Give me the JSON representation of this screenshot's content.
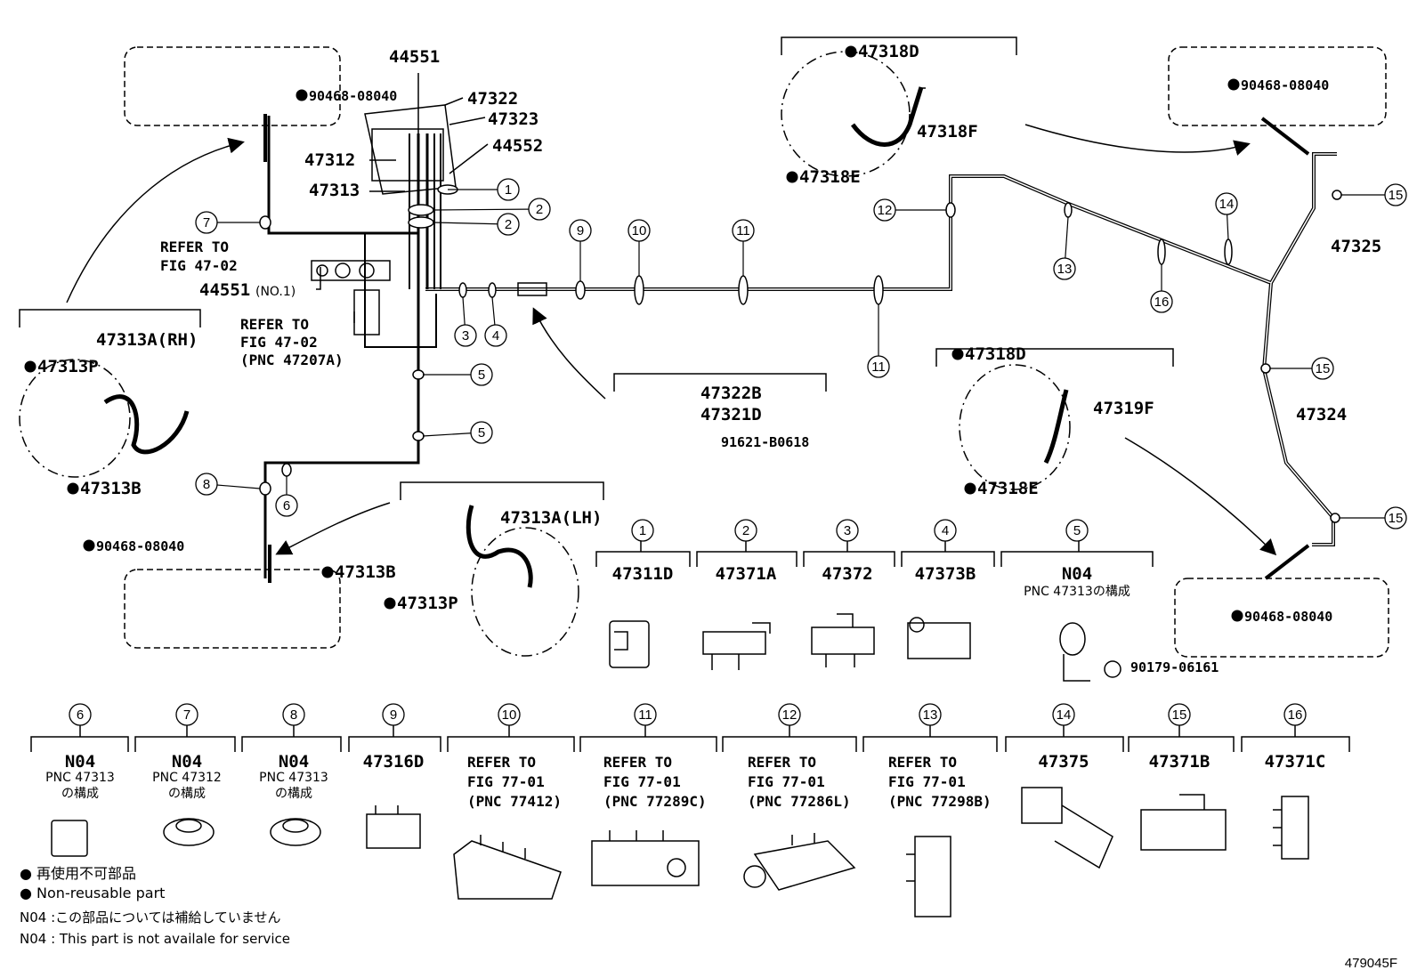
{
  "figure_code": "479045F",
  "legend": {
    "non_reusable_jp": "再使用不可部品",
    "non_reusable_en": "Non-reusable part",
    "n04_jp": "N04 :この部品については補給していません",
    "n04_en": "N04 : This part is not availale for service"
  },
  "parts": {
    "p44551": "44551",
    "p44551_no1": "44551",
    "p44551_no1_suffix": "(NO.1)",
    "p47322": "47322",
    "p47323": "47323",
    "p44552": "44552",
    "p47312": "47312",
    "p47313": "47313",
    "p90468_tl": "90468-08040",
    "p90468_bl": "90468-08040",
    "p90468_tr": "90468-08040",
    "p90468_br": "90468-08040",
    "p47318D_top": "47318D",
    "p47318F": "47318F",
    "p47318E_top": "47318E",
    "p47318D_mid": "47318D",
    "p47319F": "47319F",
    "p47318E_mid": "47318E",
    "p47325": "47325",
    "p47324": "47324",
    "p47313A_rh": "47313A(RH)",
    "p47313P_rh": "47313P",
    "p47313B_rh": "47313B",
    "p47313A_lh": "47313A(LH)",
    "p47313B_lh": "47313B",
    "p47313P_lh": "47313P",
    "p47322B": "47322B",
    "p47321D": "47321D",
    "p91621": "91621-B0618",
    "p90179": "90179-06161",
    "refer1": "REFER TO",
    "refer1b": "FIG 47-02",
    "refer2": "REFER TO",
    "refer2b": "FIG 47-02",
    "refer2c": "(PNC 47207A)"
  },
  "clips_row1": [
    {
      "num": "1",
      "label": "47311D"
    },
    {
      "num": "2",
      "label": "47371A"
    },
    {
      "num": "3",
      "label": "47372"
    },
    {
      "num": "4",
      "label": "47373B"
    },
    {
      "num": "5",
      "label": "N04",
      "sub": "PNC 47313の構成"
    }
  ],
  "clips_row2": [
    {
      "num": "6",
      "label": "N04",
      "sub1": "PNC 47313",
      "sub2": "の構成"
    },
    {
      "num": "7",
      "label": "N04",
      "sub1": "PNC 47312",
      "sub2": "の構成"
    },
    {
      "num": "8",
      "label": "N04",
      "sub1": "PNC 47313",
      "sub2": "の構成"
    },
    {
      "num": "9",
      "label": "47316D"
    },
    {
      "num": "10",
      "label": "REFER TO",
      "sub1": "FIG 77-01",
      "sub2": "(PNC 77412)"
    },
    {
      "num": "11",
      "label": "REFER TO",
      "sub1": "FIG 77-01",
      "sub2": "(PNC 77289C)"
    },
    {
      "num": "12",
      "label": "REFER TO",
      "sub1": "FIG 77-01",
      "sub2": "(PNC 77286L)"
    },
    {
      "num": "13",
      "label": "REFER TO",
      "sub1": "FIG 77-01",
      "sub2": "(PNC 77298B)"
    },
    {
      "num": "14",
      "label": "47375"
    },
    {
      "num": "15",
      "label": "47371B"
    },
    {
      "num": "16",
      "label": "47371C"
    }
  ],
  "callouts": [
    "1",
    "2",
    "2",
    "3",
    "4",
    "5",
    "5",
    "6",
    "7",
    "8",
    "9",
    "10",
    "11",
    "11",
    "12",
    "13",
    "14",
    "15",
    "15",
    "15",
    "16"
  ]
}
